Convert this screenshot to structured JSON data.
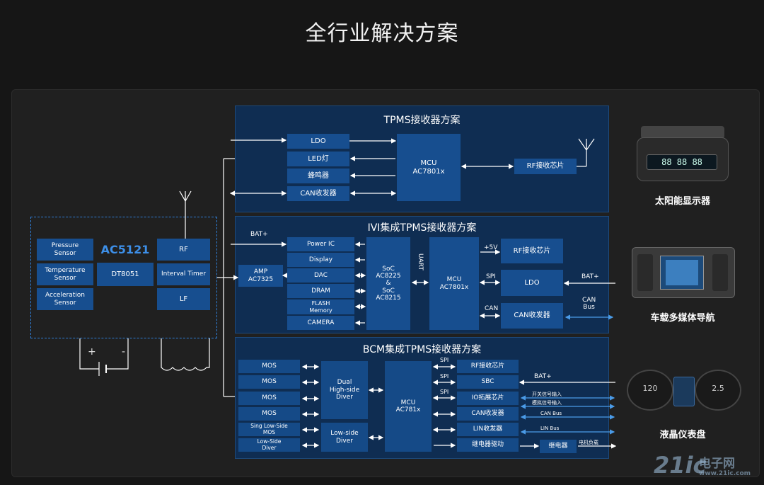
{
  "page": {
    "title": "全行业解决方案"
  },
  "chip": {
    "name": "AC5121",
    "core": "DT8051",
    "sensors": [
      "Pressure Sensor",
      "Temperature Sensor",
      "Acceleration Sensor"
    ],
    "rf": "RF",
    "timer": "Interval Timer",
    "lf": "LF",
    "plus": "+",
    "minus": "-"
  },
  "tpms": {
    "title": "TPMS接收器方案",
    "ldo": "LDO",
    "led": "LED灯",
    "buzzer": "蜂鸣器",
    "can": "CAN收发器",
    "mcu": "MCU\nAC7801x",
    "rf": "RF接收芯片"
  },
  "ivi": {
    "title": "IVI集成TPMS接收器方案",
    "bat": "BAT+",
    "amp": "AMP\nAC7325",
    "power_ic": "Power IC",
    "display": "Display",
    "dac": "DAC",
    "dram": "DRAM",
    "flash": "FLASH\nMemory",
    "camera": "CAMERA",
    "soc": "SoC\nAC8225\n&\nSoC\nAC8215",
    "uart": "UART",
    "mcu": "MCU\nAC7801x",
    "v5": "+5V",
    "spi": "SPI",
    "can_lbl": "CAN",
    "rf": "RF接收芯片",
    "ldo": "LDO",
    "can": "CAN收发器",
    "bat_right": "BAT+",
    "can_bus": "CAN\nBus"
  },
  "bcm": {
    "title": "BCM集成TPMS接收器方案",
    "mos": [
      "MOS",
      "MOS",
      "MOS",
      "MOS"
    ],
    "sing_low": "Sing Low-Side\nMOS",
    "low_mos": "Low-Side\nDiver",
    "dual": "Dual\nHigh-side\nDiver",
    "low_diver": "Low-side\nDiver",
    "mcu": "MCU\nAC781x",
    "spi": [
      "SPI",
      "SPI",
      "SPI"
    ],
    "rf": "RF接收芯片",
    "sbc": "SBC",
    "io": "IO拓展芯片",
    "can": "CAN收发器",
    "lin": "LIN收发器",
    "relay_drv": "继电器驱动",
    "relay": "继电器",
    "bat": "BAT+",
    "switch_in": "开关信号输入",
    "analog_in": "模拟信号输入",
    "can_bus": "CAN Bus",
    "lin_bus": "LIN Bus",
    "motor": "电机负载"
  },
  "products": [
    {
      "label": "太阳能显示器",
      "lcd": "88 88 88"
    },
    {
      "label": "车载多媒体导航"
    },
    {
      "label": "液晶仪表盘",
      "left_gauge": "120",
      "right_gauge": "2.5"
    }
  ],
  "watermark": {
    "num": "21ic",
    "cn": "电子网",
    "url": "www.21ic.com"
  },
  "colors": {
    "bg": "#161616",
    "panel": "#202020",
    "section": "#0f2d52",
    "box": "#174e8f",
    "accent": "#2f7fd9",
    "link": "#4a9be8"
  }
}
